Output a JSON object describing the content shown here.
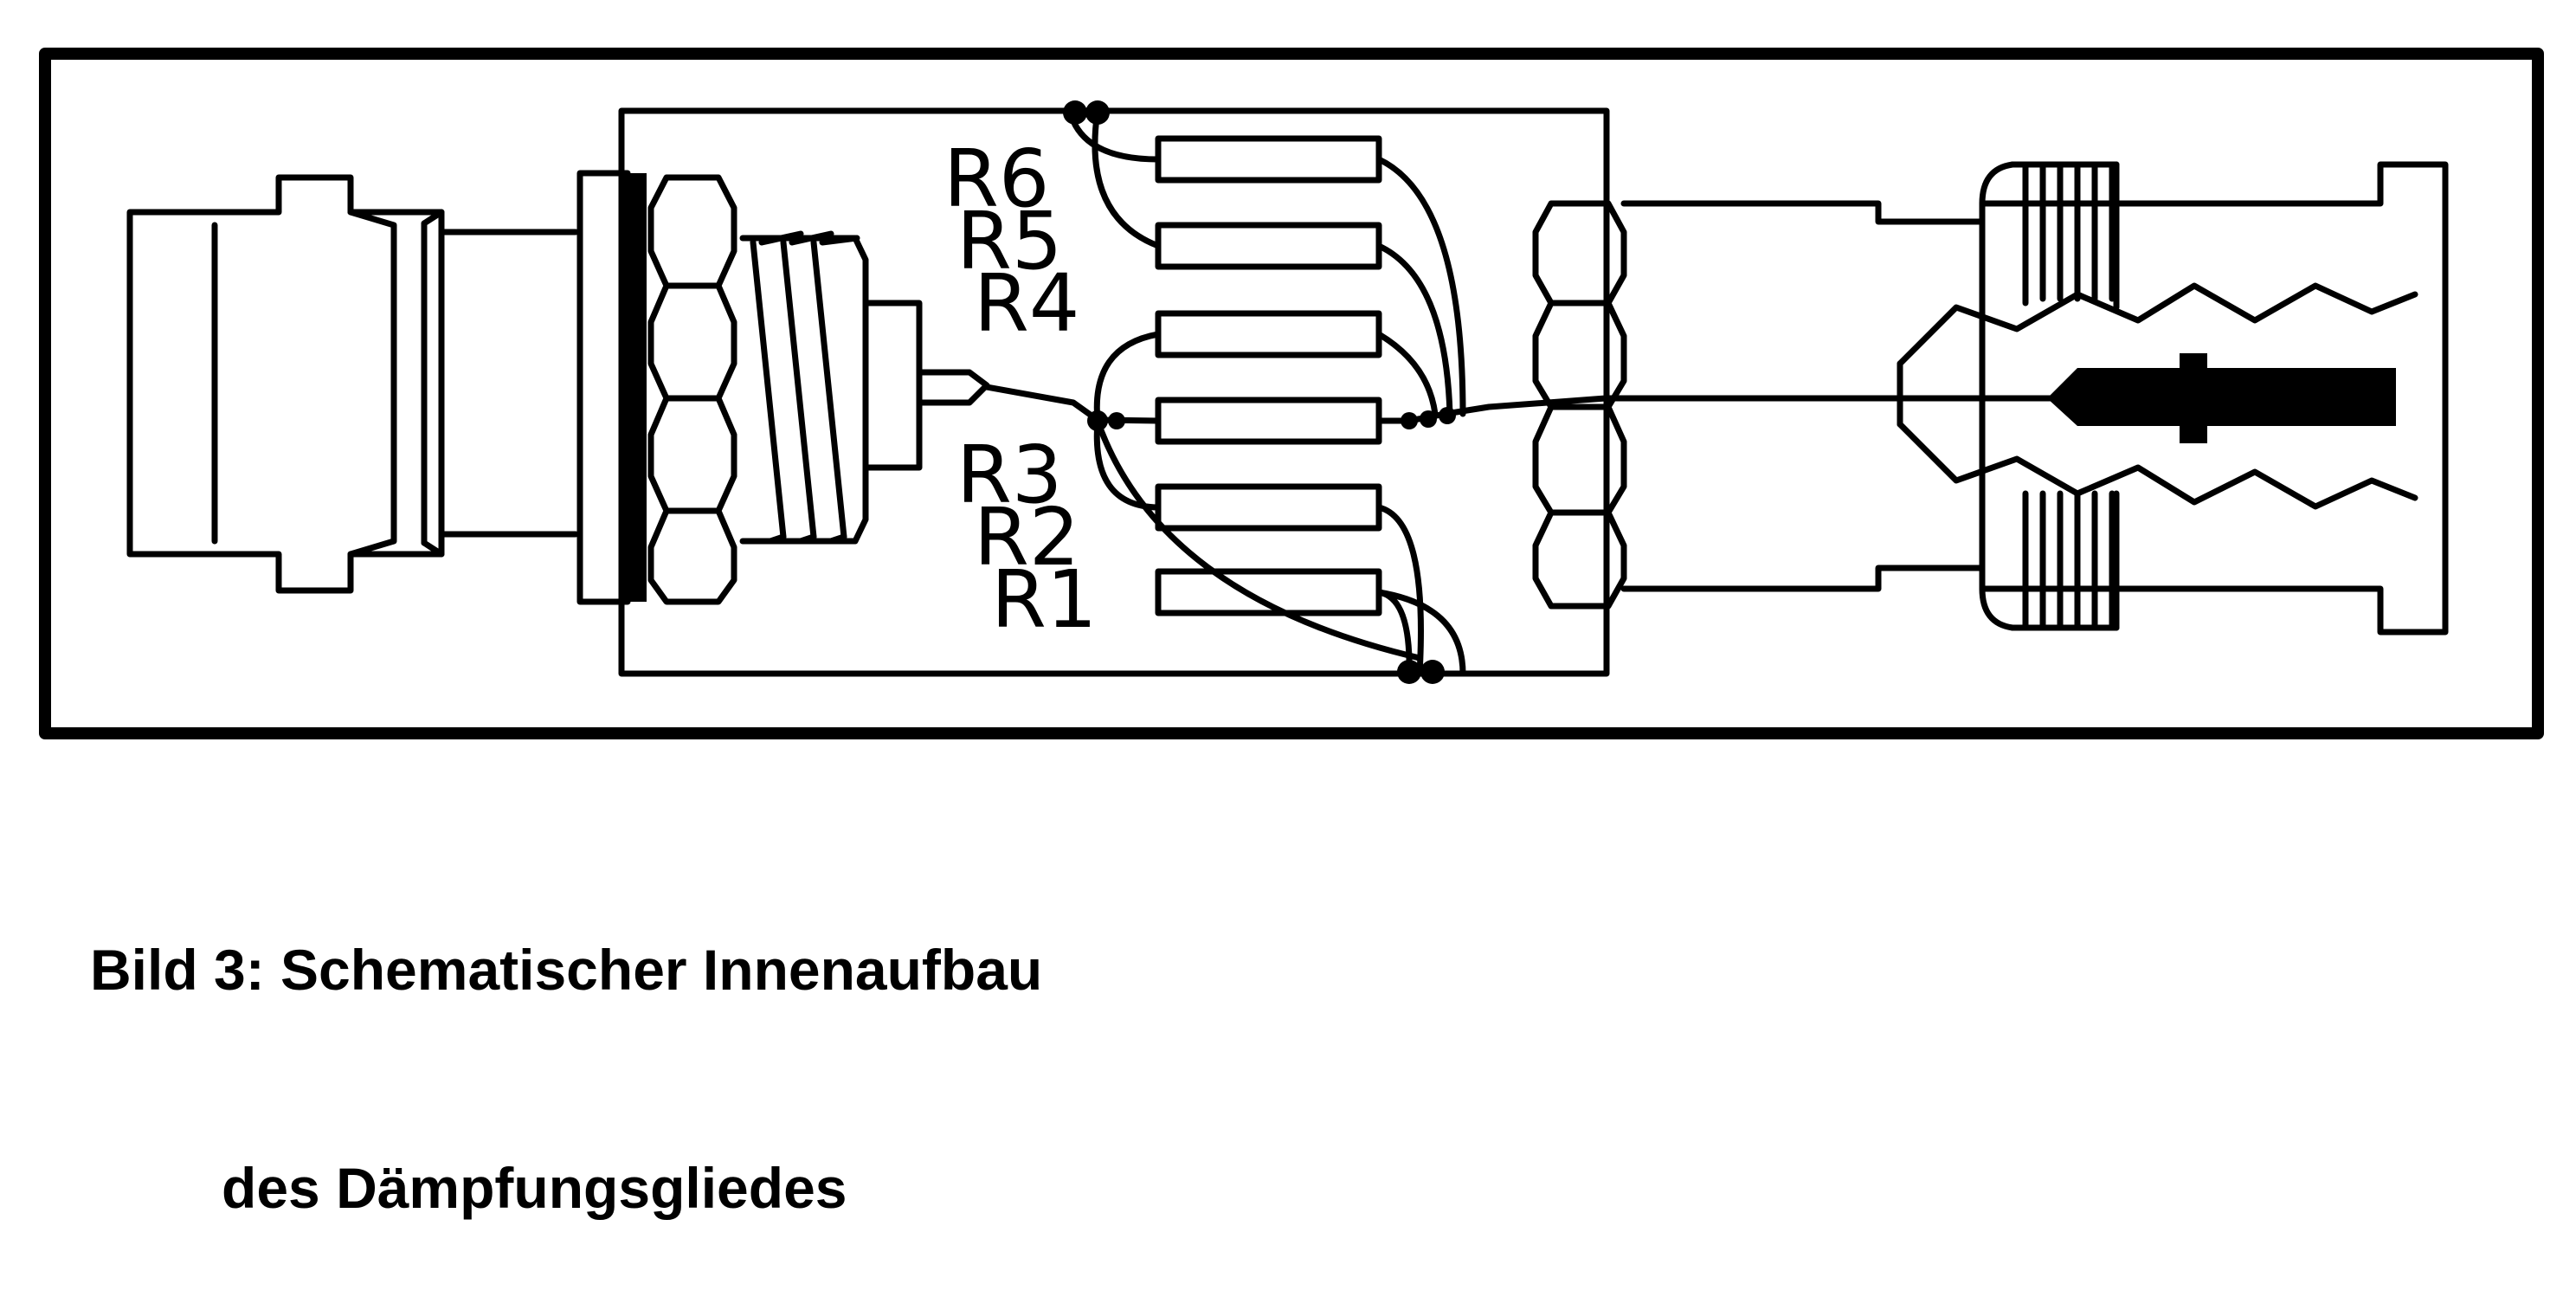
{
  "diagram": {
    "labels": {
      "r6": "R6",
      "r5": "R5",
      "r4": "R4",
      "r3": "R3",
      "r2": "R2",
      "r1": "R1"
    }
  },
  "caption": {
    "line1": "Bild 3: Schematischer Innenaufbau",
    "line2": "des Dämpfungsgliedes"
  },
  "colors": {
    "ink": "#000000",
    "paper": "#ffffff"
  }
}
